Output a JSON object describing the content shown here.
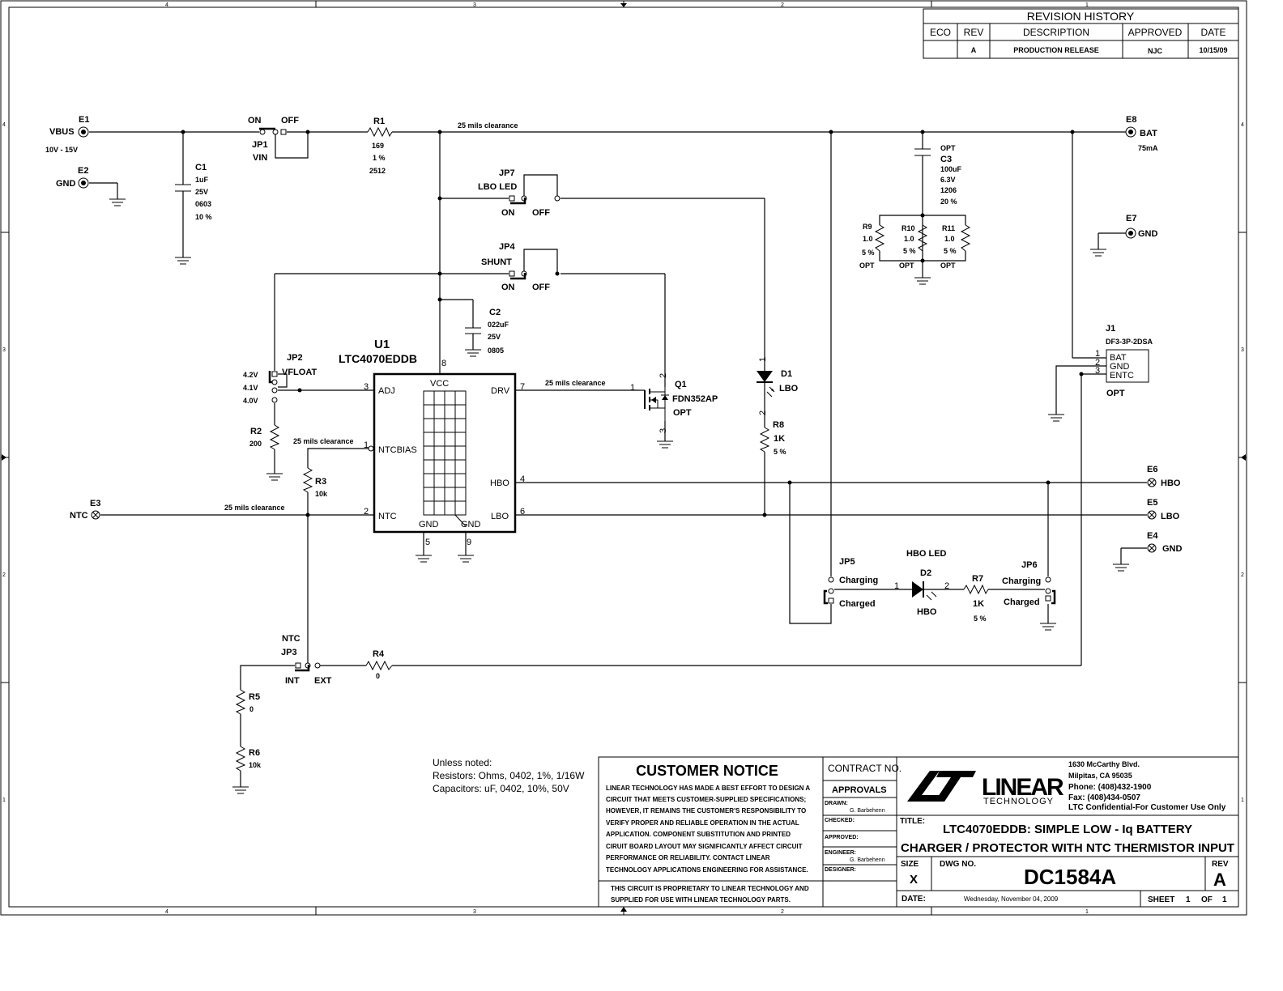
{
  "border": {
    "zones_top": [
      "4",
      "3",
      "2",
      "1"
    ],
    "zones_side": [
      "4",
      "3",
      "2",
      "1"
    ]
  },
  "revision": {
    "title": "REVISION HISTORY",
    "headers": [
      "ECO",
      "REV",
      "DESCRIPTION",
      "APPROVED",
      "DATE"
    ],
    "row": [
      "",
      "A",
      "PRODUCTION RELEASE",
      "NJC",
      "10/15/09"
    ]
  },
  "labels": {
    "e1": "E1",
    "vbus": "VBUS",
    "vbus_range": "10V - 15V",
    "e2": "E2",
    "gnd_e2": "GND",
    "jp1_on": "ON",
    "jp1_off": "OFF",
    "jp1": "JP1",
    "jp1_name": "VIN",
    "c1": "C1",
    "c1_v1": "1uF",
    "c1_v2": "25V",
    "c1_v3": "0603",
    "c1_v4": "10 %",
    "r1": "R1",
    "r1_v1": "169",
    "r1_v2": "1 %",
    "r1_v3": "2512",
    "clear_top": "25 mils clearance",
    "jp7": "JP7",
    "jp7_name": "LBO LED",
    "jp7_on": "ON",
    "jp7_off": "OFF",
    "jp4": "JP4",
    "jp4_name": "SHUNT",
    "jp4_on": "ON",
    "jp4_off": "OFF",
    "c2": "C2",
    "c2_v1": "022uF",
    "c2_v2": "25V",
    "c2_v3": "0805",
    "u1": "U1",
    "u1_part": "LTC4070EDDB",
    "pin_vcc": "VCC",
    "pin_adj": "ADJ",
    "pin_drv": "DRV",
    "pin_ntcbias": "NTCBIAS",
    "pin_hbo": "HBO",
    "pin_ntc": "NTC",
    "pin_lbo": "LBO",
    "pin_gnd1": "GND",
    "pin_gnd2": "GND",
    "pn8": "8",
    "pn3": "3",
    "pn7": "7",
    "pn1": "1",
    "pn4": "4",
    "pn2": "2",
    "pn6": "6",
    "pn5": "5",
    "pn9": "9",
    "jp2": "JP2",
    "jp2_name": "VFLOAT",
    "v42": "4.2V",
    "v41": "4.1V",
    "v40": "4.0V",
    "r2": "R2",
    "r2_v": "200",
    "clear_drv": "25 mils clearance",
    "clear_ntcbias": "25 mils clearance",
    "clear_ntc": "25 mils clearance",
    "q1": "Q1",
    "q1_part": "FDN352AP",
    "q1_opt": "OPT",
    "q1_p1": "1",
    "q1_p2": "2",
    "q1_p3": "3",
    "d1": "D1",
    "d1_name": "LBO",
    "d1_p1": "1",
    "d1_p2": "2",
    "r8": "R8",
    "r8_v1": "1K",
    "r8_v2": "5 %",
    "r3": "R3",
    "r3_v": "10k",
    "e3": "E3",
    "e3_name": "NTC",
    "e8": "E8",
    "e8_name": "BAT",
    "e8_cur": "75mA",
    "c3_opt": "OPT",
    "c3": "C3",
    "c3_v1": "100uF",
    "c3_v2": "6.3V",
    "c3_v3": "1206",
    "c3_v4": "20 %",
    "r9": "R9",
    "r9_v1": "1.0",
    "r9_v2": "5 %",
    "r9_opt": "OPT",
    "r10": "R10",
    "r10_v1": "1.0",
    "r10_v2": "5 %",
    "r10_opt": "OPT",
    "r11": "R11",
    "r11_v1": "1.0",
    "r11_v2": "5 %",
    "r11_opt": "OPT",
    "e7": "E7",
    "e7_name": "GND",
    "j1": "J1",
    "j1_part": "DF3-3P-2DSA",
    "j1_bat": "BAT",
    "j1_gnd": "GND",
    "j1_entc": "ENTC",
    "j1_p1": "1",
    "j1_p2": "2",
    "j1_p3": "3",
    "j1_opt": "OPT",
    "e6": "E6",
    "e6_name": "HBO",
    "e5": "E5",
    "e5_name": "LBO",
    "e4": "E4",
    "e4_name": "GND",
    "jp5": "JP5",
    "jp5_a": "Charging",
    "jp5_b": "Charged",
    "hbo_led": "HBO LED",
    "d2": "D2",
    "d2_name": "HBO",
    "d2_p1": "1",
    "d2_p2": "2",
    "r7": "R7",
    "r7_v1": "1K",
    "r7_v2": "5 %",
    "jp6": "JP6",
    "jp6_a": "Charging",
    "jp6_b": "Charged",
    "ntc_lbl": "NTC",
    "jp3": "JP3",
    "jp3_int": "INT",
    "jp3_ext": "EXT",
    "r4": "R4",
    "r4_v": "0",
    "r5": "R5",
    "r5_v": "0",
    "r6": "R6",
    "r6_v": "10k"
  },
  "notes": {
    "line1": "Unless noted:",
    "line2": "Resistors: Ohms, 0402, 1%, 1/16W",
    "line3": "Capacitors:  uF, 0402, 10%,  50V"
  },
  "title_block": {
    "notice_title": "CUSTOMER NOTICE",
    "notice_lines": [
      "LINEAR TECHNOLOGY HAS MADE A BEST EFFORT TO DESIGN A",
      "CIRCUIT THAT MEETS CUSTOMER-SUPPLIED SPECIFICATIONS;",
      "HOWEVER, IT REMAINS THE CUSTOMER'S RESPONSIBILITY TO",
      "VERIFY PROPER AND RELIABLE OPERATION IN THE ACTUAL",
      "APPLICATION.  COMPONENT SUBSTITUTION AND PRINTED",
      "CIRUIT BOARD LAYOUT MAY SIGNIFICANTLY AFFECT CIRCUIT",
      "PERFORMANCE OR RELIABILITY.  CONTACT LINEAR",
      "TECHNOLOGY APPLICATIONS ENGINEERING FOR ASSISTANCE."
    ],
    "proprietary_lines": [
      "THIS CIRCUIT IS PROPRIETARY TO LINEAR TECHNOLOGY AND",
      "SUPPLIED FOR USE WITH LINEAR TECHNOLOGY PARTS."
    ],
    "contract": "CONTRACT NO.",
    "approvals": "APPROVALS",
    "drawn": "DRAWN:",
    "drawn_by": "G. Barbehenn",
    "checked": "CHECKED:",
    "approved": "APPROVED:",
    "engineer": "ENGINEER:",
    "engineer_by": "G. Barbehenn",
    "designer": "DESIGNER:",
    "logo_main": "LINEAR",
    "logo_sub": "TECHNOLOGY",
    "address": [
      "1630 McCarthy Blvd.",
      "Milpitas, CA 95035",
      "Phone: (408)432-1900",
      "Fax: (408)434-0507",
      "LTC Confidential-For Customer Use Only"
    ],
    "title_lbl": "TITLE:",
    "title_line1": "LTC4070EDDB: SIMPLE LOW - Iq BATTERY",
    "title_line2": "CHARGER / PROTECTOR WITH NTC THERMISTOR INPUT",
    "size_lbl": "SIZE",
    "size": "X",
    "dwg_lbl": "DWG NO.",
    "dwg": "DC1584A",
    "rev_lbl": "REV",
    "rev": "A",
    "date_lbl": "DATE:",
    "date": "Wednesday, November 04, 2009",
    "sheet_lbl": "SHEET",
    "sheet": "1",
    "of_lbl": "OF",
    "of": "1"
  }
}
